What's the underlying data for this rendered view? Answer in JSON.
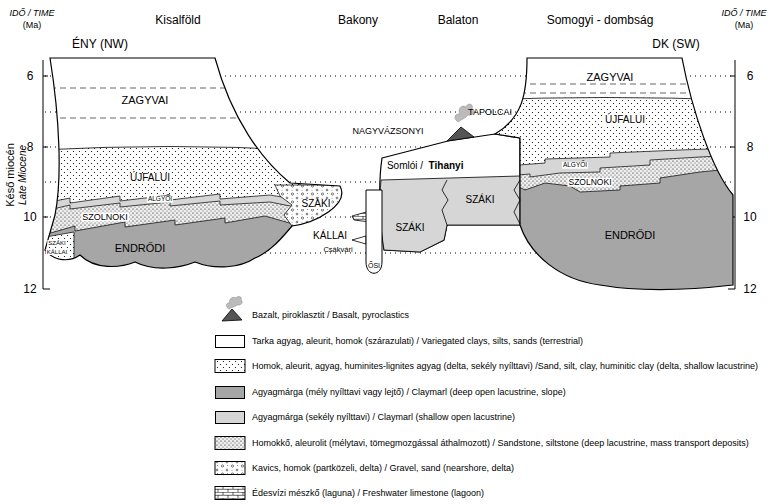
{
  "diagram": {
    "labels": [
      "IDŐ / TIME",
      "(Ma)",
      "Kisalföld",
      "Bakony",
      "Balaton",
      "Somogyi - dombság",
      "IDŐ / TIME",
      "(Ma)",
      "ÉNY (NW)",
      "DK (SW)",
      "Késő miocén",
      "Late Miocene",
      "6",
      "8",
      "10",
      "12",
      "6",
      "8",
      "10",
      "12",
      "ZAGYVAI",
      "ÚJFALUI",
      "ALGYŐI",
      "SZOLNOKI",
      "ENDRŐDI",
      "SZÁKI",
      "SZÁKI",
      "KÁLLAI",
      "KÁLLAI",
      "Csákvári",
      "ŐSI",
      "SZÁKI",
      "Somlói /",
      "Tihanyi",
      "SZÁKI",
      "NAGYVÁZSONYI",
      "TAPOLCAI",
      "ZAGYVAI",
      "ÚJFALUI",
      "ALGYŐI",
      "SZOLNOKI",
      "ENDRŐDI"
    ],
    "legend": [
      {
        "text": "Bazalt, piroklasztit / Basalt, pyroclastics"
      },
      {
        "text": "Tarka agyag, aleurit, homok (szárazulati) / Variegated clays, silts, sands (terrestrial)",
        "color": "#ffffff"
      },
      {
        "text": "Homok, aleurit, agyag, huminites-lignites agyag (delta, sekély nyílttavi) /Sand, silt, clay, huminitic clay (delta, shallow lacustrine)"
      },
      {
        "text": "Agyagmárga (mély nyílttavi vagy lejtő) / Claymarl (deep open lacustrine, slope)",
        "color": "#a6a6a6"
      },
      {
        "text": "Agyagmárga (sekély nyílttavi) / Claymarl (shallow open lacustrine)",
        "color": "#d6d6d6"
      },
      {
        "text": "Homokkő, aleurolit (mélytavi, tömegmozgással áthalmozott) / Sandstone, siltstone (deep lacustrine, mass transport deposits)"
      },
      {
        "text": "Kavics, homok (partközeli, delta) / Gravel, sand (nearshore, delta)"
      },
      {
        "text": "Édesvízi mészkő (laguna) / Freshwater limestone (lagoon)"
      }
    ]
  }
}
